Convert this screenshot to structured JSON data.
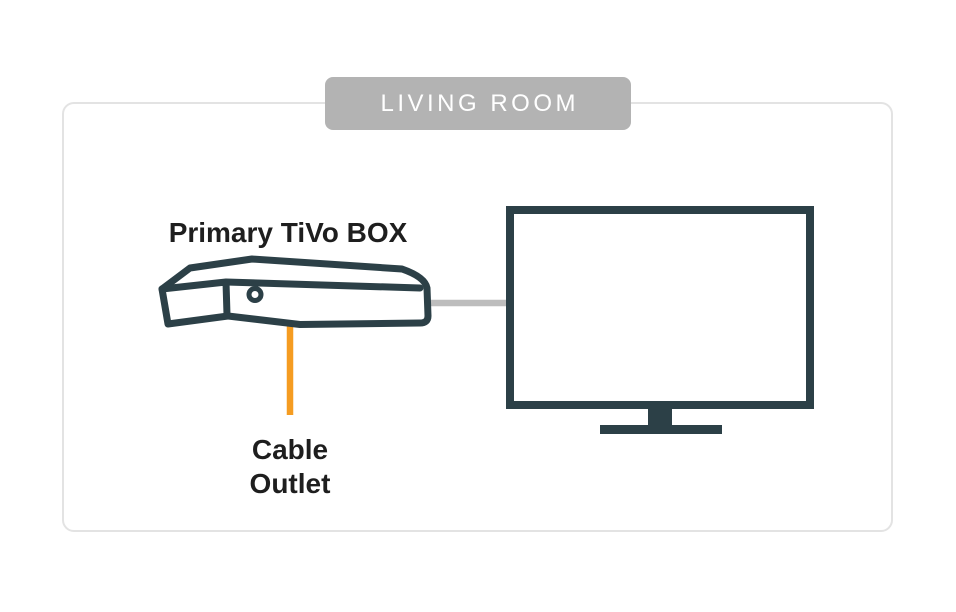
{
  "room": {
    "label": "LIVING ROOM"
  },
  "devices": {
    "tivo_box_label": "Primary TiVo BOX",
    "outlet_label_line1": "Cable",
    "outlet_label_line2": "Outlet"
  },
  "icons": {
    "tivo_box": "tivo-box-icon",
    "tv": "tv-icon",
    "cable_line": "cable-outlet-line",
    "connector_line": "box-to-tv-connector-line"
  },
  "colors": {
    "outline_dark": "#2C4047",
    "cable_orange": "#F59C21",
    "connector_gray": "#BDBDBD",
    "room_border": "#E3E3E3",
    "badge_background": "#B3B3B3",
    "badge_text": "#FFFFFF",
    "label_text": "#1E1E1E"
  }
}
